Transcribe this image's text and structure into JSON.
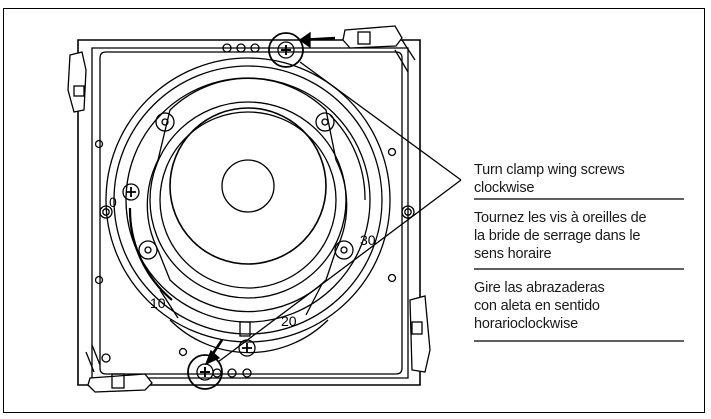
{
  "callouts": {
    "english": {
      "lines": [
        "Turn clamp wing screws",
        "clockwise"
      ]
    },
    "french": {
      "lines": [
        "Tournez les vis à oreilles de",
        "la bride de serrage dans le",
        "sens horaire"
      ]
    },
    "spanish": {
      "lines": [
        "Gire las abrazaderas",
        "con aleta en sentido",
        "horarioclockwise"
      ]
    }
  },
  "scale_labels": [
    "0",
    "10",
    "20",
    "30"
  ],
  "colors": {
    "line": "#000000",
    "background": "#ffffff"
  }
}
